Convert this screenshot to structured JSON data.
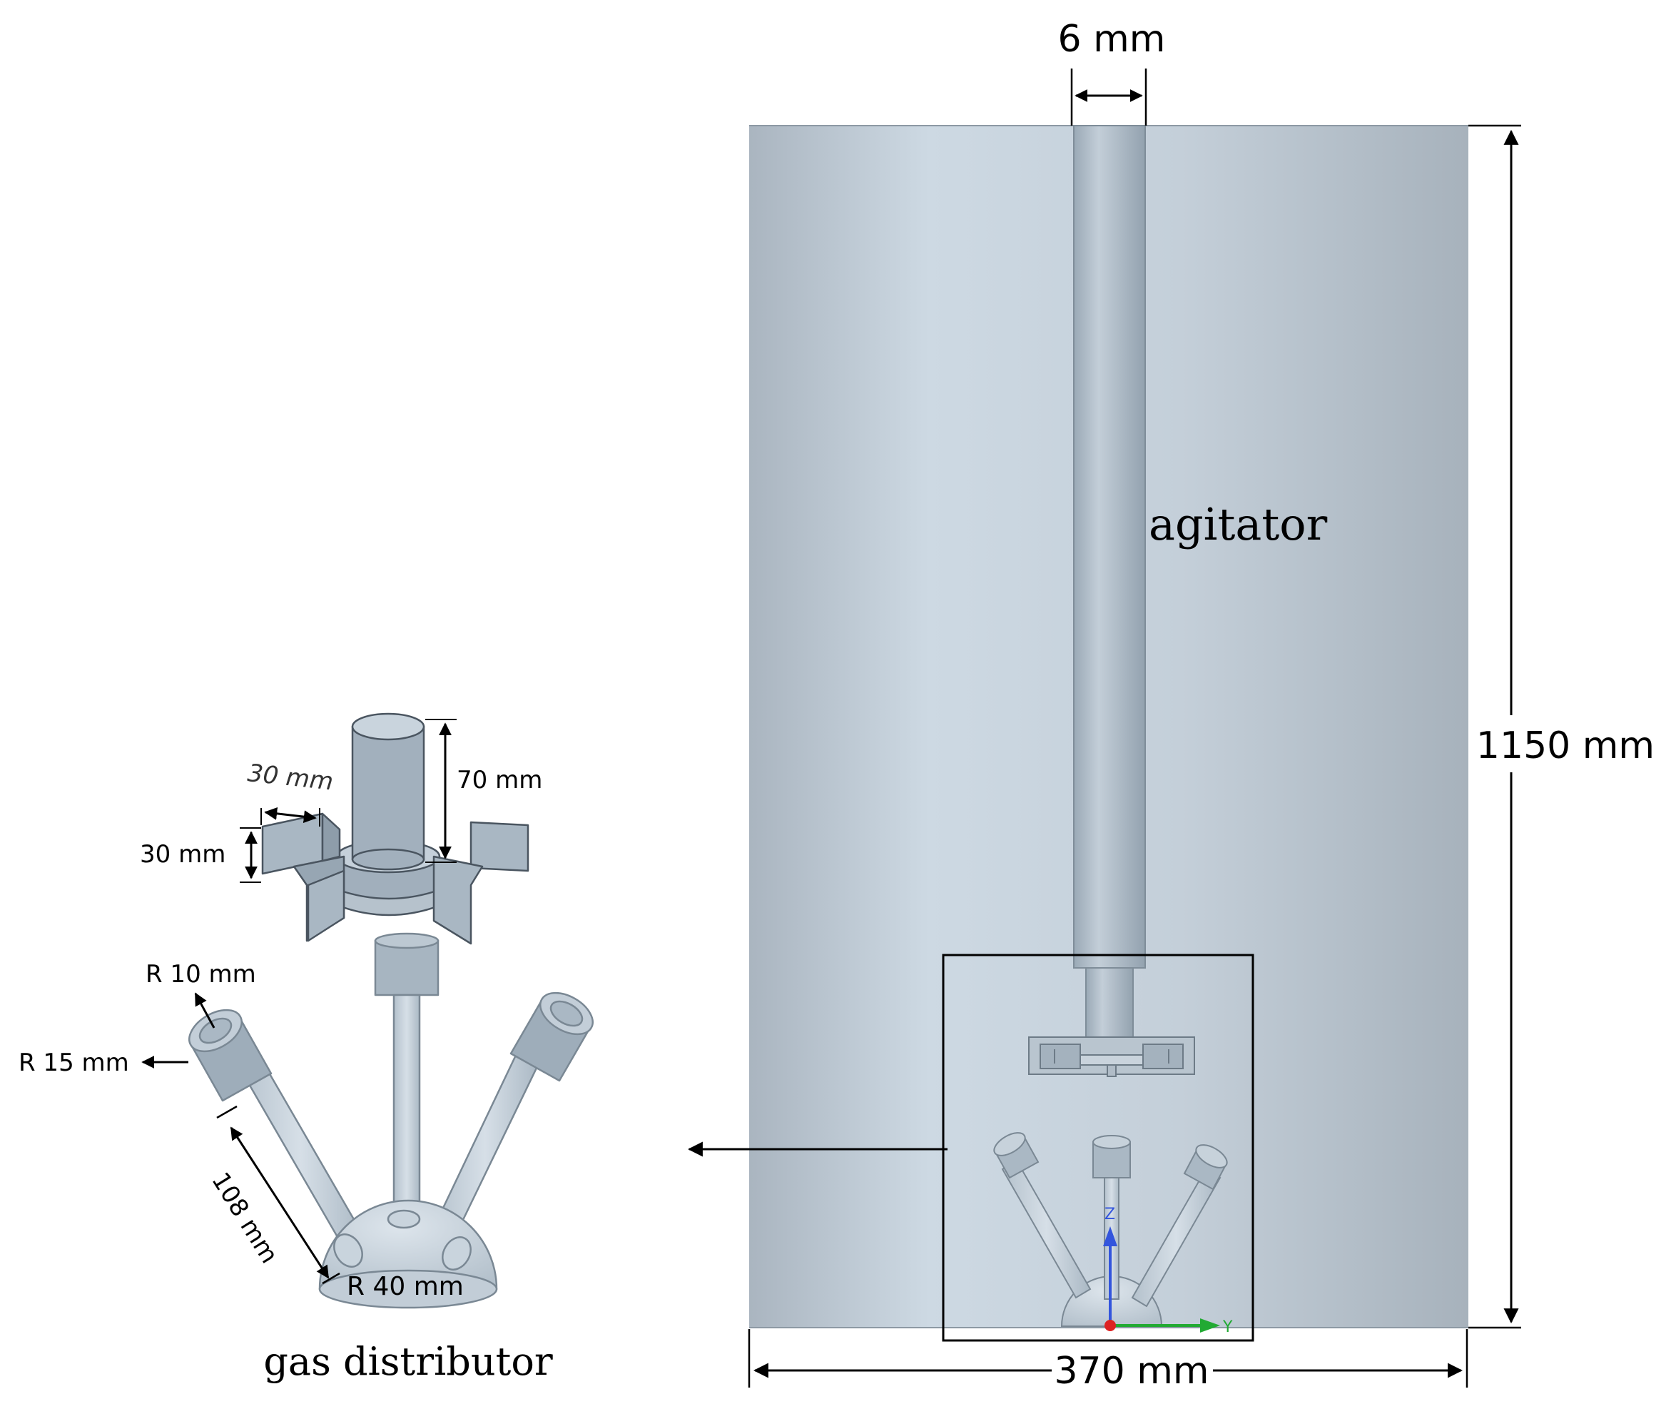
{
  "labels": {
    "shaft_width": "6 mm",
    "height": "1150 mm",
    "width": "370 mm",
    "agitator": "agitator",
    "gas_distributor": "gas distributor",
    "blade_width": "30 mm",
    "blade_height": "30 mm",
    "hub_height": "70 mm",
    "pipe_inner_radius": "R 10 mm",
    "pipe_outer_radius": "R 15 mm",
    "pipe_length": "108 mm",
    "dome_radius": "R 40 mm",
    "axis_z": "Z",
    "axis_y": "Y"
  },
  "colors": {
    "tank_light": "#cdd9e3",
    "tank_dark": "#a9b4be",
    "part_fill": "#a6b4c1",
    "part_light": "#c5d0da",
    "outline": "#4a5560",
    "axis_z": "#3355dd",
    "axis_y": "#22aa33",
    "origin": "#dd2222"
  }
}
